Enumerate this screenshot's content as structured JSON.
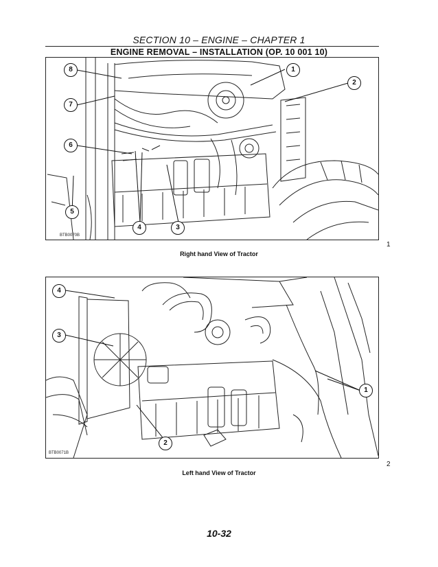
{
  "header": {
    "section_title": "SECTION 10 – ENGINE – CHAPTER 1",
    "subtitle": "ENGINE REMOVAL – INSTALLATION (OP. 10 001 10)"
  },
  "figures": [
    {
      "number": "1",
      "caption": "Right hand View of Tractor",
      "ref": "BTB0070B",
      "callouts": [
        "1",
        "2",
        "3",
        "4",
        "5",
        "6",
        "7",
        "8"
      ]
    },
    {
      "number": "2",
      "caption": "Left hand View of Tractor",
      "ref": "BTB0071B",
      "callouts": [
        "1",
        "2",
        "3",
        "4"
      ]
    }
  ],
  "footer": {
    "page_number": "10-32"
  }
}
